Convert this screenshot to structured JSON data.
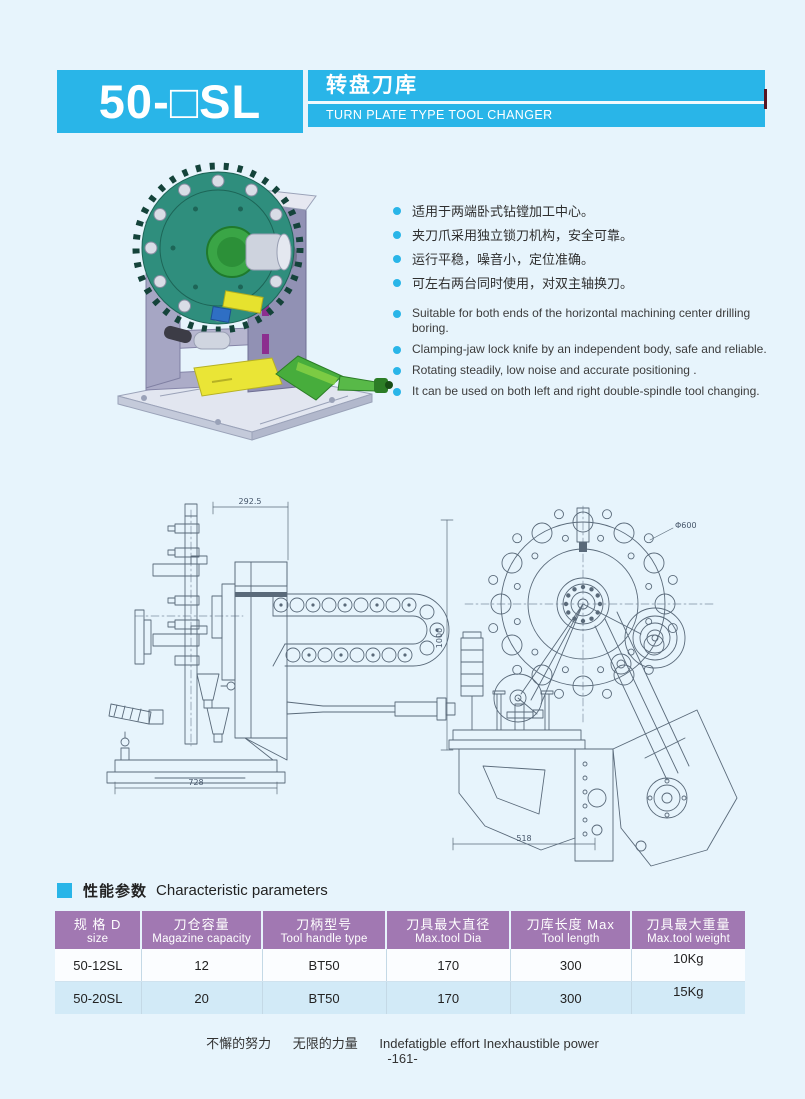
{
  "colors": {
    "page_bg": "#e7f4fc",
    "accent_cyan": "#29b5e8",
    "table_header_purple": "#a178b2",
    "row_alt_blue": "#d2eaf7"
  },
  "header": {
    "model": "50-□SL",
    "title_cn": "转盘刀库",
    "title_en": "TURN PLATE TYPE TOOL CHANGER"
  },
  "features_cn": [
    "适用于两端卧式钻镗加工中心。",
    "夹刀爪采用独立锁刀机构，安全可靠。",
    "运行平稳，噪音小，定位准确。",
    "可左右两台同时使用，对双主轴换刀。"
  ],
  "features_en": [
    "Suitable for both ends of the horizontal machining center drilling boring.",
    "Clamping-jaw lock knife by an independent body, safe and reliable.",
    "Rotating steadily, low noise and accurate positioning .",
    "It can be used on both left and right double-spindle tool changing."
  ],
  "drawings": {
    "side_view": {
      "width_dim": "292.5",
      "base_dim": "728",
      "height_dim": "1000"
    },
    "front_view": {
      "diameter_dim": "Φ600",
      "base_dim": "518"
    }
  },
  "section": {
    "title_cn": "性能参数",
    "title_en": "Characteristic parameters"
  },
  "table": {
    "headers": [
      {
        "cn": "规 格 D",
        "en": "size"
      },
      {
        "cn": "刀仓容量",
        "en": "Magazine capacity"
      },
      {
        "cn": "刀柄型号",
        "en": "Tool handle type"
      },
      {
        "cn": "刀具最大直径",
        "en": "Max.tool Dia"
      },
      {
        "cn": "刀库长度 Max",
        "en": "Tool length"
      },
      {
        "cn": "刀具最大重量",
        "en": "Max.tool weight"
      }
    ],
    "rows": [
      [
        "50-12SL",
        "12",
        "BT50",
        "170",
        "300",
        "10Kg"
      ],
      [
        "50-20SL",
        "20",
        "BT50",
        "170",
        "300",
        "15Kg"
      ]
    ]
  },
  "footer": {
    "slogan_cn_1": "不懈的努力",
    "slogan_cn_2": "无限的力量",
    "slogan_en": "Indefatigble effort  Inexhaustible power",
    "page_number": "-161-"
  }
}
